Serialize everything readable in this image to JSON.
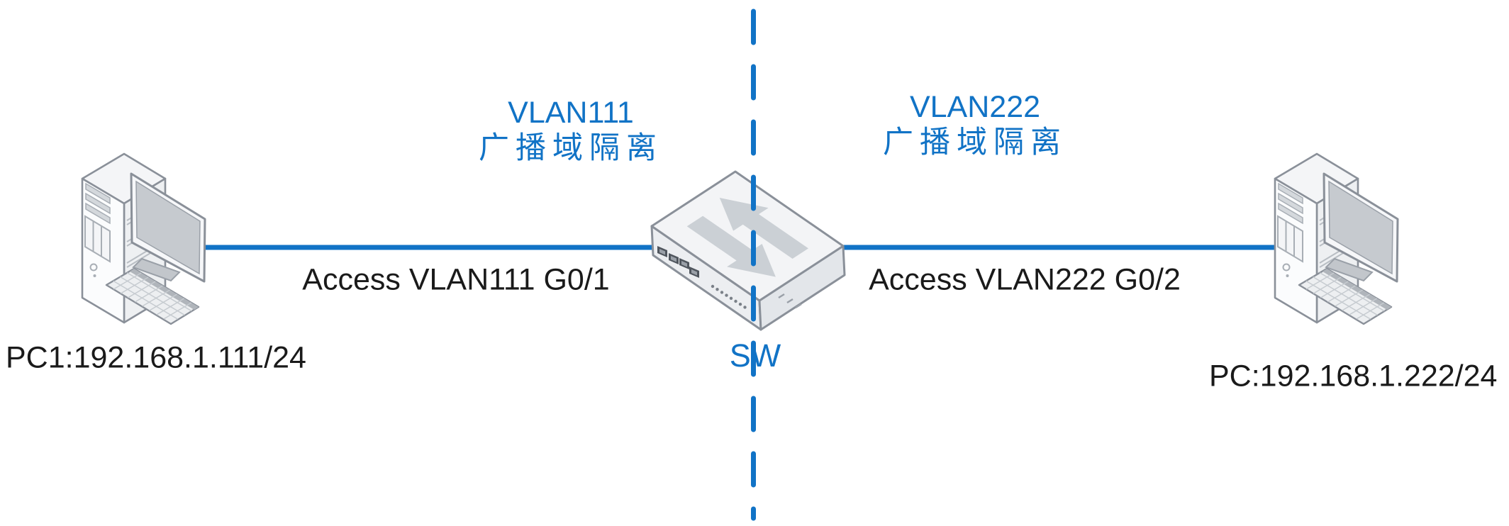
{
  "diagram": {
    "title_left": {
      "line1": "VLAN111",
      "line2": "广播域隔离"
    },
    "title_right": {
      "line1": "VLAN222",
      "line2": "广播域隔离"
    },
    "links": {
      "left_label": "Access VLAN111 G0/1",
      "right_label": "Access VLAN222 G0/2"
    },
    "nodes": {
      "pc_left_label": "PC1:192.168.1.111/24",
      "pc_right_label": "PC:192.168.1.222/24",
      "switch_label": "SW"
    },
    "colors": {
      "accent_blue": "#1173c6",
      "label_black": "#1a1a1a",
      "outline_gray": "#8a9099"
    }
  }
}
